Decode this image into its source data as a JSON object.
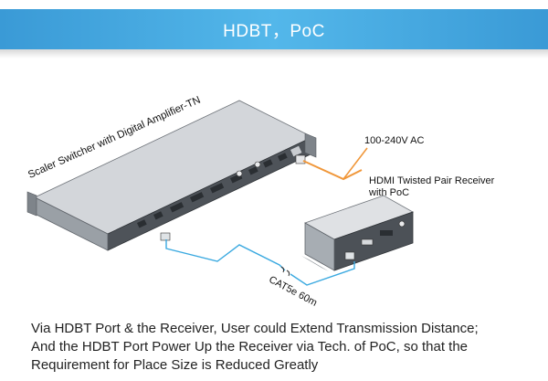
{
  "banner": {
    "title": "HDBT，PoC"
  },
  "diagram": {
    "switcher_label": "Scaler Switcher with Digital Amplifier-TN",
    "power_label": "100-240V AC",
    "receiver_label_line1": "HDMI Twisted Pair Receiver",
    "receiver_label_line2": "with PoC",
    "cable_label": "CAT5e 60m",
    "colors": {
      "power_cable": "#f0973a",
      "network_cable": "#3aa9e0",
      "banner": "#4aacde"
    }
  },
  "caption": {
    "line1": "Via HDBT Port & the Receiver, User could Extend Transmission Distance;",
    "line2": "And the HDBT Port Power Up the Receiver via Tech. of PoC, so that the",
    "line3": "Requirement for Place Size is Reduced Greatly"
  }
}
